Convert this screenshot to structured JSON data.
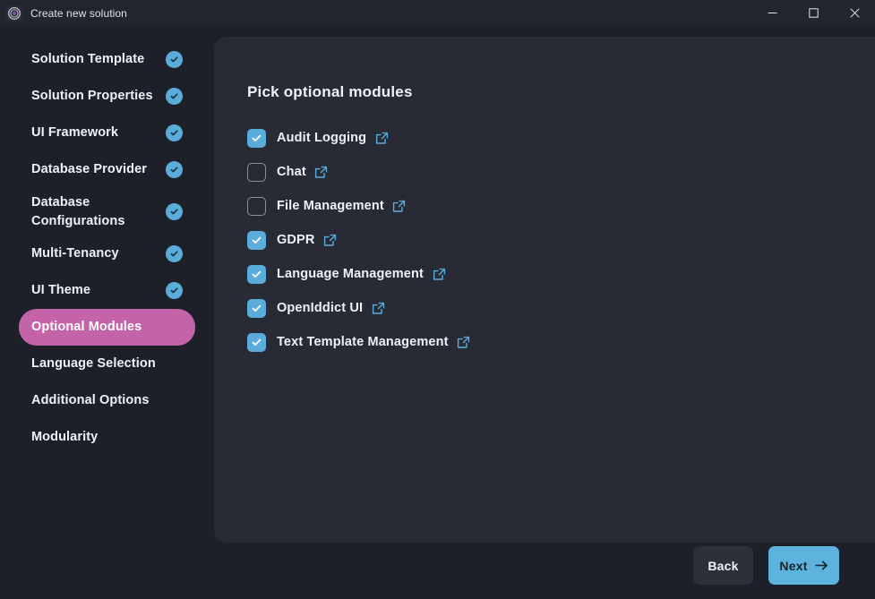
{
  "window": {
    "title": "Create new solution",
    "app_icon": "abp-logo-icon",
    "controls": {
      "minimize": "minimize-icon",
      "maximize": "maximize-icon",
      "close": "close-icon"
    }
  },
  "colors": {
    "titlebar_bg": "#22242e",
    "body_bg": "#1e2029",
    "panel_bg": "#282b36",
    "accent_blue": "#5aaddb",
    "accent_pink": "#c563a8",
    "text_primary": "#eef1f6",
    "next_button_bg": "#5cb3dd",
    "back_button_bg": "#2d303b"
  },
  "sidebar": {
    "items": [
      {
        "label": "Solution Template",
        "completed": true,
        "active": false
      },
      {
        "label": "Solution Properties",
        "completed": true,
        "active": false
      },
      {
        "label": "UI Framework",
        "completed": true,
        "active": false
      },
      {
        "label": "Database Provider",
        "completed": true,
        "active": false
      },
      {
        "label": "Database Configurations",
        "completed": true,
        "active": false
      },
      {
        "label": "Multi-Tenancy",
        "completed": true,
        "active": false
      },
      {
        "label": "UI Theme",
        "completed": true,
        "active": false
      },
      {
        "label": "Optional Modules",
        "completed": false,
        "active": true
      },
      {
        "label": "Language Selection",
        "completed": false,
        "active": false
      },
      {
        "label": "Additional Options",
        "completed": false,
        "active": false
      },
      {
        "label": "Modularity",
        "completed": false,
        "active": false
      }
    ]
  },
  "main": {
    "title": "Pick optional modules",
    "modules": [
      {
        "label": "Audit Logging",
        "checked": true,
        "link_icon": "external-link-icon"
      },
      {
        "label": "Chat",
        "checked": false,
        "link_icon": "external-link-icon"
      },
      {
        "label": "File Management",
        "checked": false,
        "link_icon": "external-link-icon"
      },
      {
        "label": "GDPR",
        "checked": true,
        "link_icon": "external-link-icon"
      },
      {
        "label": "Language Management",
        "checked": true,
        "link_icon": "external-link-icon"
      },
      {
        "label": "OpenIddict UI",
        "checked": true,
        "link_icon": "external-link-icon"
      },
      {
        "label": "Text Template Management",
        "checked": true,
        "link_icon": "external-link-icon"
      }
    ]
  },
  "footer": {
    "back_label": "Back",
    "next_label": "Next",
    "next_icon": "arrow-right-icon"
  }
}
